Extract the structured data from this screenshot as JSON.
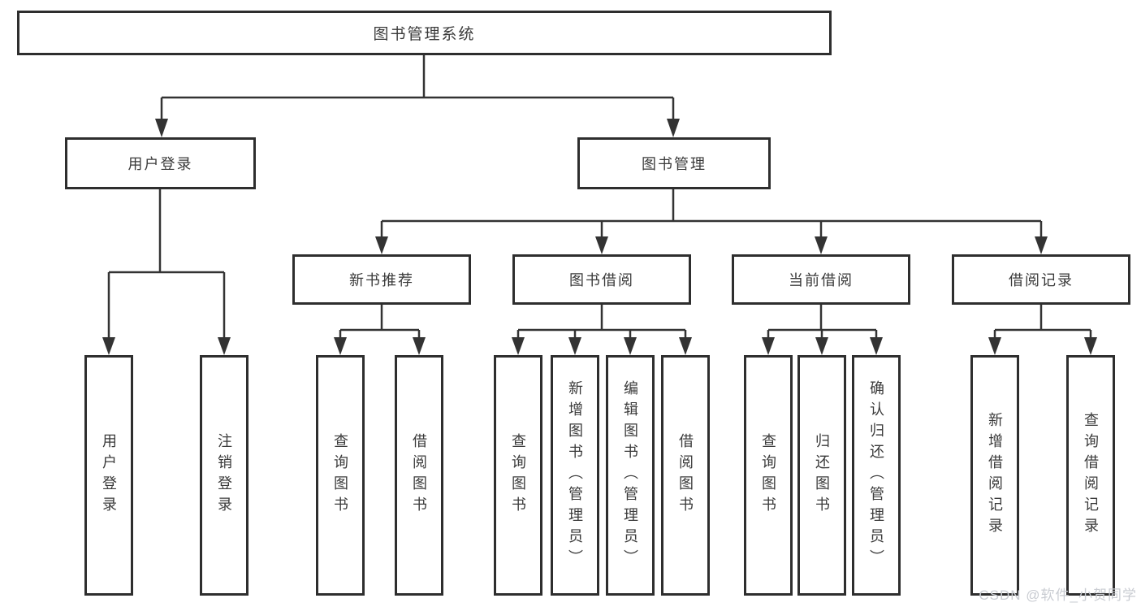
{
  "diagram": {
    "root": {
      "label": "图书管理系统"
    },
    "branches": [
      {
        "label": "用户登录",
        "children": [
          {
            "label": "用户登录"
          },
          {
            "label": "注销登录"
          }
        ]
      },
      {
        "label": "图书管理",
        "children": [
          {
            "label": "新书推荐",
            "children": [
              {
                "label": "查询图书"
              },
              {
                "label": "借阅图书"
              }
            ]
          },
          {
            "label": "图书借阅",
            "children": [
              {
                "label": "查询图书"
              },
              {
                "label": "新增图书（管理员）"
              },
              {
                "label": "编辑图书（管理员）"
              },
              {
                "label": "借阅图书"
              }
            ]
          },
          {
            "label": "当前借阅",
            "children": [
              {
                "label": "查询图书"
              },
              {
                "label": "归还图书"
              },
              {
                "label": "确认归还（管理员）"
              }
            ]
          },
          {
            "label": "借阅记录",
            "children": [
              {
                "label": "新增借阅记录"
              },
              {
                "label": "查询借阅记录"
              }
            ]
          }
        ]
      }
    ]
  },
  "watermark": {
    "text": "CSDN @软件_小贺同学"
  },
  "colors": {
    "line": "#333333",
    "border": "#2e2e2e",
    "text": "#3a3a3a",
    "watermark": "#c9ccd2",
    "background": "#ffffff"
  }
}
